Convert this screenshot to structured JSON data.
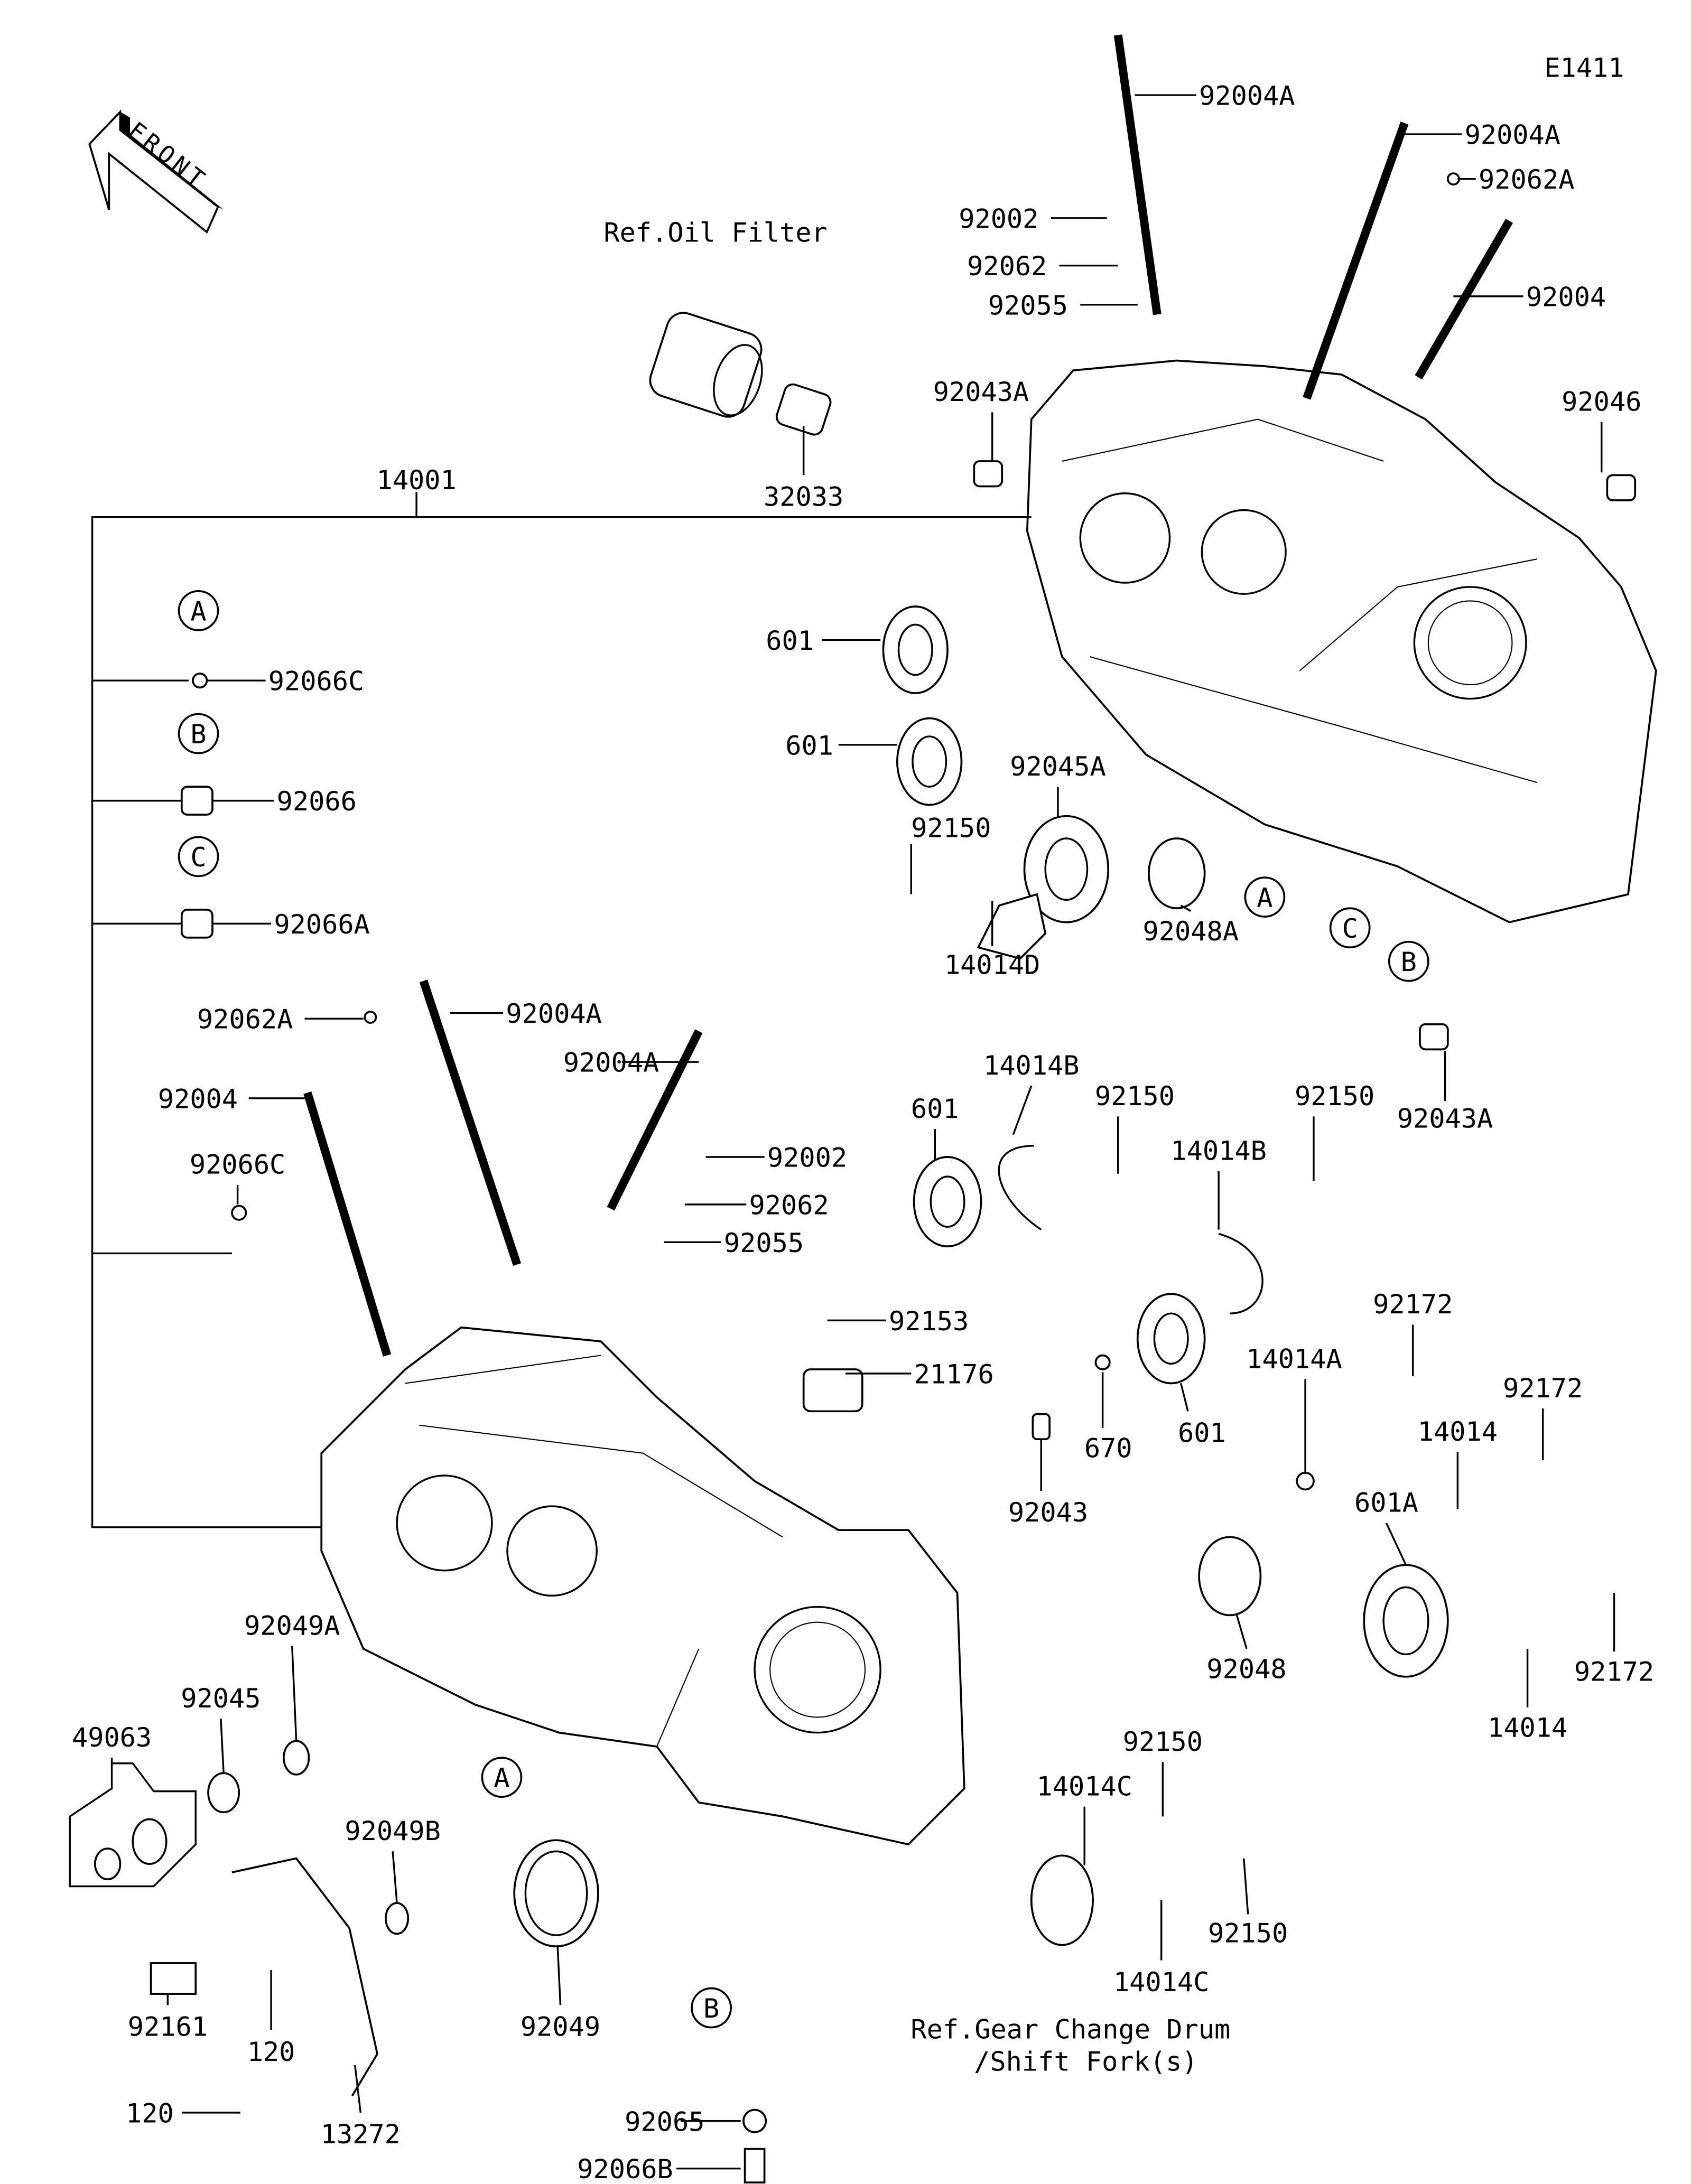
{
  "diagram_code": "E1411",
  "front_badge": "FRONT",
  "references": {
    "oil_filter": "Ref.Oil Filter",
    "gear_change_line1": "Ref.Gear Change Drum",
    "gear_change_line2": "/Shift Fork(s)"
  },
  "callout_letters": [
    "A",
    "B",
    "C",
    "A",
    "C",
    "B",
    "A",
    "B"
  ],
  "labels": [
    "92004A",
    "92004A",
    "92062A",
    "92002",
    "92062",
    "92055",
    "92004",
    "92043A",
    "92046",
    "32033",
    "14001",
    "601",
    "92066C",
    "601",
    "92066",
    "92045A",
    "92150",
    "92066A",
    "14014D",
    "92048A",
    "92043A",
    "92062A",
    "92004A",
    "92004A",
    "92004",
    "14014B",
    "92150",
    "92150",
    "601",
    "14014B",
    "92066C",
    "92002",
    "92062",
    "92055",
    "92153",
    "21176",
    "92172",
    "14014A",
    "92172",
    "14014",
    "670",
    "601",
    "92043",
    "601A",
    "92049A",
    "92045",
    "49063",
    "92048",
    "92172",
    "14014",
    "92150",
    "14014C",
    "92049B",
    "92150",
    "14014C",
    "92049",
    "92161",
    "120",
    "92065",
    "120",
    "92066B",
    "13272"
  ]
}
